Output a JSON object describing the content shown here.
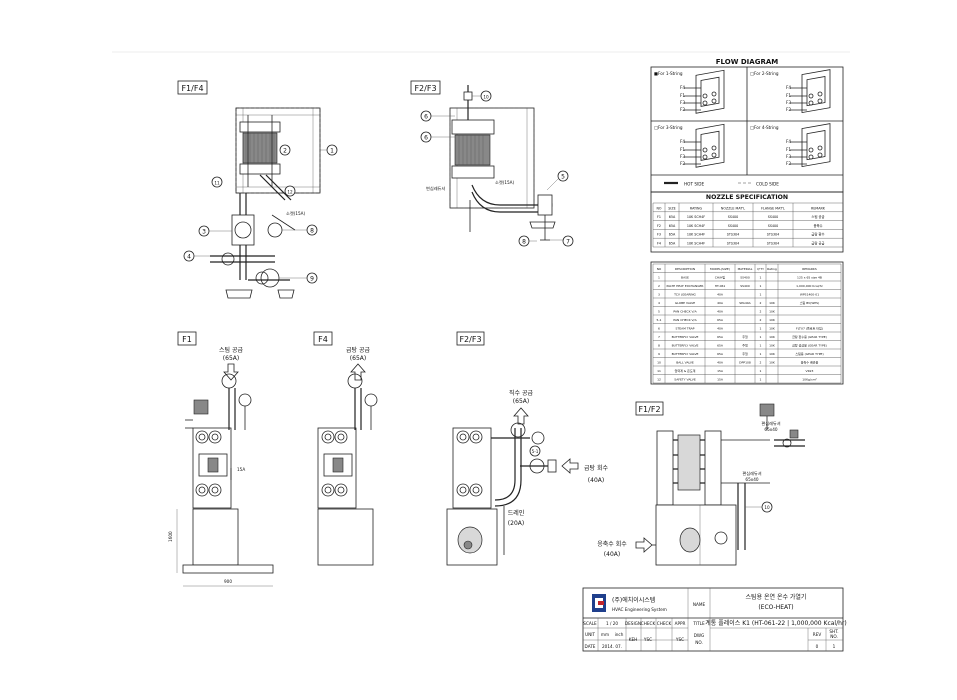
{
  "views": {
    "f1f4_top": "F1/F4",
    "f2f3_top": "F2/F3",
    "f1": "F1",
    "f4": "F4",
    "f2f3_bottom": "F2/F3",
    "f1f2": "F1/F2"
  },
  "callouts": {
    "top_left": [
      "1",
      "2",
      "11",
      "12",
      "3",
      "4",
      "8",
      "9"
    ],
    "top_mid": [
      "10",
      "5",
      "6",
      "7",
      "8",
      "6"
    ],
    "top_left_note": "소켓(15A)",
    "top_mid_note1": "변심레듀셔",
    "top_mid_note2": "소켓(15A)"
  },
  "flow_diagram": {
    "title": "FLOW DIAGRAM",
    "options": [
      "■For 1-String",
      "□For 2-String",
      "□For 3-String",
      "□For 4-String"
    ],
    "ports": [
      "F4",
      "F1",
      "F3",
      "F2"
    ],
    "legend_hot": "HOT SIDE",
    "legend_cold": "COLD SIDE"
  },
  "nozzle_spec": {
    "title": "NOZZLE SPECIFICATION",
    "headers": [
      "NO",
      "SIZE",
      "RATING",
      "NOZZLE MAT'L",
      "FLANGE MAT'L",
      "REMARK"
    ],
    "rows": [
      [
        "F1",
        "65A",
        "10K SCH4F",
        "SS400",
        "SS400",
        "스팀 공급"
      ],
      [
        "F2",
        "65A",
        "10K SCH4F",
        "SS400",
        "SS400",
        "응축수"
      ],
      [
        "F3",
        "65A",
        "10K SCH4F",
        "STS304",
        "STS304",
        "급탕 환수"
      ],
      [
        "F4",
        "65A",
        "10K SCH4F",
        "STS304",
        "STS304",
        "급탕 공급"
      ]
    ]
  },
  "parts_list": {
    "headers": [
      "NO",
      "DESCRIPTION",
      "MODEL(SIZE)",
      "MATERIAL",
      "Q'TY",
      "Rating",
      "REMARKS"
    ],
    "rows": [
      [
        "1",
        "BASE",
        "CH/H빔",
        "SS400",
        "1",
        "",
        "125 x 65 size 4B"
      ],
      [
        "2",
        "PALTE HEAT EXCHANGER",
        "HT-061",
        "SS400",
        "1",
        "",
        "1,000,000 Kcal/hr"
      ],
      [
        "3",
        "TCV (GEARING",
        "40A",
        "",
        "1",
        "",
        "WPS1400-01"
      ],
      [
        "4",
        "GLOBE VALVE",
        "40A",
        "SPA40A",
        "2",
        "10K",
        "스팀 BV(WPS)"
      ],
      [
        "5",
        "PAN CHECK V/A",
        "40A",
        "",
        "2",
        "10K",
        ""
      ],
      [
        "5-1",
        "PAN CHECK V/A",
        "65A",
        "",
        "2",
        "10K",
        ""
      ],
      [
        "6",
        "STEAM TRAP",
        "40A",
        "",
        "1",
        "10K",
        "FLTU7 (플로트 타입)"
      ],
      [
        "7",
        "BUTTERFLY VALVE",
        "65A",
        "주철",
        "1",
        "10K",
        "급탕 환수용 (GEAR TYPE)"
      ],
      [
        "8",
        "BUTTERFLY VALVE",
        "65A",
        "주철",
        "1",
        "10K",
        "급탕 공급용 (GEAR TYPE)"
      ],
      [
        "9",
        "BUTTERFLY VALVE",
        "65A",
        "주철",
        "1",
        "10K",
        "스팀용 (GEAR TYPE)"
      ],
      [
        "10",
        "BALL VALVE",
        "40A",
        "DPP108",
        "2",
        "10K",
        "응축수 배관용"
      ],
      [
        "11",
        "압력계 & 온도계",
        "15A",
        "",
        "1",
        "",
        "VR23"
      ],
      [
        "12",
        "SAFETY VALVE",
        "15A",
        "",
        "1",
        "",
        "10Kg/cm²"
      ]
    ]
  },
  "bottom_labels": {
    "f1_supply": "스팀 공급",
    "f1_supply_size": "(65A)",
    "f4_supply": "급탕 공급",
    "f4_supply_size": "(65A)",
    "f23_cold_supply": "직수 공급",
    "f23_cold_size": "(65A)",
    "f23_return": "급탕 회수",
    "f23_return_size": "(40A)",
    "f23_drain": "드레인",
    "f23_drain_size": "(20A)",
    "f1_15a": "15A",
    "dim_width": "900",
    "dim_height": "1600",
    "f12_reducer1": "편심레듀셔",
    "f12_reducer1_size": "65x40",
    "f12_reducer2": "편심레듀셔",
    "f12_reducer2_size": "65x40",
    "f12_condensate": "응축수 회수",
    "f12_condensate_size": "(40A)",
    "f12_callout": "10",
    "f23_callout": "5-1"
  },
  "title_block": {
    "company_kr": "(주)에치이시스템",
    "company_en": "HVAC Engineering System",
    "name_label": "NAME",
    "name_line1": "스팀용 온연 온수 가열기",
    "name_line2": "(ECO-HEAT)",
    "model_line": "계통 플레이스 K1  (HT-061-22 | 1,000,000 Kcal/hr)",
    "scale_label": "SCALE",
    "scale_value": "1 / 20",
    "design": "DESIGN",
    "check1": "CHECK",
    "check2": "CHECK",
    "appr": "APPR",
    "title_label": "TITLE",
    "unit_label": "UNIT",
    "unit_value": "mm",
    "unit_value2": "inch",
    "date_label": "DATE",
    "date_value": "2014. 07.",
    "sig1": "KEH",
    "sig2": "YSC",
    "sig3": "YSC",
    "dwg_label": "DWG",
    "dwg_no": "NO.",
    "rev_label": "REV",
    "rev_value": "0",
    "sht_label": "SHT.",
    "sht_no": "NO.",
    "sht_value": "1"
  }
}
